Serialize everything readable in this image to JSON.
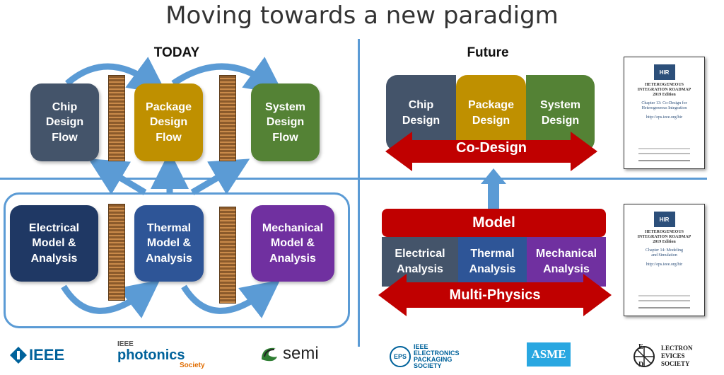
{
  "title": "Moving towards a new paradigm",
  "today": {
    "label": "TODAY",
    "flows": [
      {
        "label": "Chip\nDesign\nFlow",
        "color": "#44546a"
      },
      {
        "label": "Package\nDesign\nFlow",
        "color": "#bf9000"
      },
      {
        "label": "System\nDesign\nFlow",
        "color": "#548235"
      }
    ],
    "analyses": [
      {
        "label": "Electrical\nModel &\nAnalysis",
        "color": "#1f3864"
      },
      {
        "label": "Thermal\nModel &\nAnalysis",
        "color": "#2e5597"
      },
      {
        "label": "Mechanical\nModel &\nAnalysis",
        "color": "#7030a0"
      }
    ]
  },
  "future": {
    "label": "Future",
    "design": [
      {
        "label": "Chip\nDesign",
        "color": "#44546a"
      },
      {
        "label": "Package\nDesign",
        "color": "#bf9000"
      },
      {
        "label": "System\nDesign",
        "color": "#548235"
      }
    ],
    "codesign_label": "Co-Design",
    "model_label": "Model",
    "analyses": [
      {
        "label": "Electrical\nAnalysis",
        "color": "#44546a"
      },
      {
        "label": "Thermal\nAnalysis",
        "color": "#2e5597"
      },
      {
        "label": "Mechanical\nAnalysis",
        "color": "#7030a0"
      }
    ],
    "multiphysics_label": "Multi-Physics"
  },
  "docs": [
    {
      "logo": "HIR",
      "heading": "HETEROGENEOUS\nINTEGRATION ROADMAP\n2019 Edition",
      "chapter": "Chapter 13: Co-Design for\nHeterogeneous Integration",
      "url": "http://eps.ieee.org/hir"
    },
    {
      "logo": "HIR",
      "heading": "HETEROGENEOUS\nINTEGRATION ROADMAP\n2019 Edition",
      "chapter": "Chapter 14: Modeling\nand Simulation",
      "url": "http://eps.ieee.org/hir"
    }
  ],
  "logos": {
    "ieee": "IEEE",
    "photonics_top": "IEEE",
    "photonics_main": "photonics",
    "photonics_sub": "Society",
    "semi": "semi",
    "eps_abbr": "EPS",
    "eps_line1": "IEEE",
    "eps_line2": "ELECTRONICS",
    "eps_line3": "PACKAGING",
    "eps_line4": "SOCIETY",
    "asme": "ASME",
    "eds_line1": "LECTRON",
    "eds_line2": "EVICES",
    "eds_line3": "SOCIETY"
  },
  "colors": {
    "divider": "#5b9bd5",
    "arrow_blue": "#5b9bd5",
    "arrow_red": "#c00000"
  }
}
